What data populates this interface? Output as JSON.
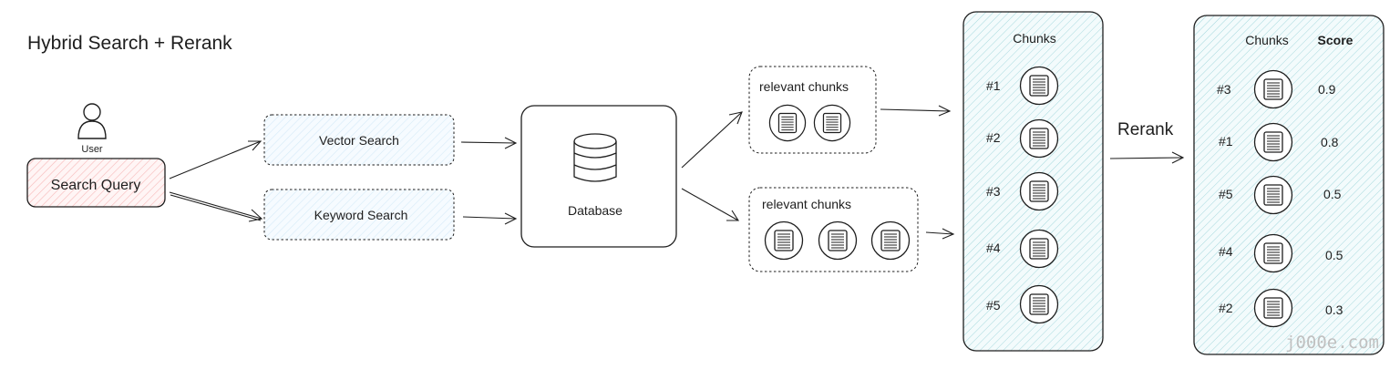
{
  "title": "Hybrid Search + Rerank",
  "user": {
    "label": "User",
    "icon": "user-icon"
  },
  "query": {
    "label": "Search Query",
    "fill": "#ffe3e3"
  },
  "search": {
    "vector_label": "Vector Search",
    "keyword_label": "Keyword Search",
    "fill": "#e7f5ff"
  },
  "database": {
    "label": "Database",
    "icon": "database-icon"
  },
  "results": {
    "vector_title": "relevant chunks",
    "keyword_title": "relevant chunks",
    "chunk_icon": "document-icon"
  },
  "chunks_panel": {
    "header": "Chunks",
    "items": [
      "#1",
      "#2",
      "#3",
      "#4",
      "#5"
    ],
    "hatch": "#a5d8dd"
  },
  "rerank": {
    "label": "Rerank"
  },
  "reranked_panel": {
    "chunks_header": "Chunks",
    "score_header": "Score",
    "rows": [
      {
        "id": "#3",
        "score": "0.9"
      },
      {
        "id": "#1",
        "score": "0.8"
      },
      {
        "id": "#5",
        "score": "0.5"
      },
      {
        "id": "#4",
        "score": "0.5"
      },
      {
        "id": "#2",
        "score": "0.3"
      }
    ]
  },
  "watermark": "j000e.com"
}
